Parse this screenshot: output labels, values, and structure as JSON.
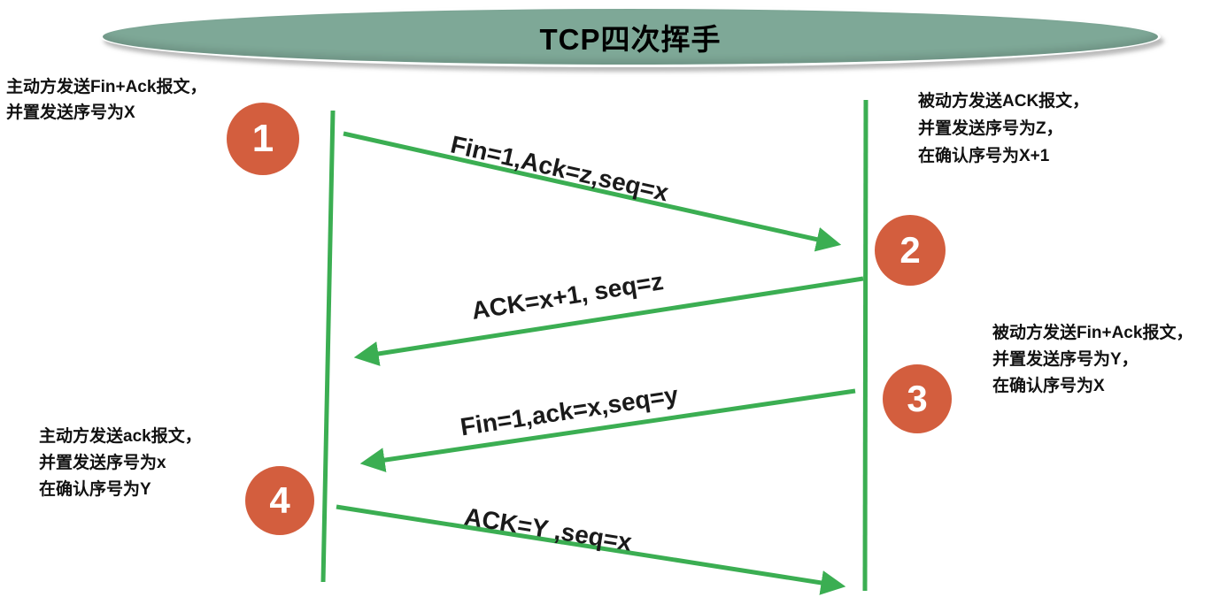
{
  "banner": {
    "title": "TCP四次挥手",
    "bg_color": "#7EA897"
  },
  "colors": {
    "arrow_green": "#3BAE52",
    "step_circle": "#D35E3E",
    "text": "#1a1a1a"
  },
  "steps": {
    "s1": "1",
    "s2": "2",
    "s3": "3",
    "s4": "4"
  },
  "messages": {
    "m1": "Fin=1,Ack=z,seq=x",
    "m2": "ACK=x+1, seq=z",
    "m3": "Fin=1,ack=x,seq=y",
    "m4": "ACK=Y ,seq=x"
  },
  "notes": {
    "left_top": "主动方发送Fin+Ack报文，\n并置发送序号为X",
    "right_top": "被动方发送ACK报文，\n并置发送序号为Z，\n在确认序号为X+1",
    "right_mid": "被动方发送Fin+Ack报文，\n并置发送序号为Y，\n在确认序号为X",
    "left_bottom": "主动方发送ack报文，\n并置发送序号为x\n在确认序号为Y"
  }
}
